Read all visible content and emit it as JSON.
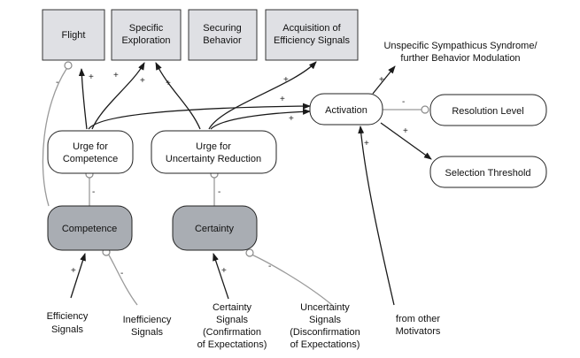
{
  "output_boxes": {
    "flight": [
      "Flight"
    ],
    "specific_exploration": [
      "Specific",
      "Exploration"
    ],
    "securing_behavior": [
      "Securing",
      "Behavior"
    ],
    "acquisition": [
      "Acquisition of",
      "Efficiency Signals"
    ]
  },
  "nodes": {
    "activation": [
      "Activation"
    ],
    "resolution_level": [
      "Resolution Level"
    ],
    "selection_threshold": [
      "Selection Threshold"
    ],
    "urge_competence": [
      "Urge for",
      "Competence"
    ],
    "urge_uncertainty": [
      "Urge for",
      "Uncertainty Reduction"
    ],
    "competence": [
      "Competence"
    ],
    "certainty": [
      "Certainty"
    ]
  },
  "labels": {
    "unspecific": [
      "Unspecific Sympathicus Syndrome/",
      "further Behavior Modulation"
    ],
    "efficiency_signals": [
      "Efficiency",
      "Signals"
    ],
    "inefficiency_signals": [
      "Inefficiency",
      "Signals"
    ],
    "certainty_signals": [
      "Certainty",
      "Signals",
      "(Confirmation",
      "of Expectations)"
    ],
    "uncertainty_signals": [
      "Uncertainty",
      "Signals",
      "(Disconfirmation",
      "of Expectations)"
    ],
    "from_other": [
      "from other",
      "Motivators"
    ]
  },
  "signs": {
    "plus": "+",
    "minus": "-"
  },
  "colors": {
    "box_fill": "#dfe0e4",
    "state_fill": "#a9adb3",
    "line_dark": "#1a1a1a",
    "line_gray": "#9a9a9a"
  }
}
